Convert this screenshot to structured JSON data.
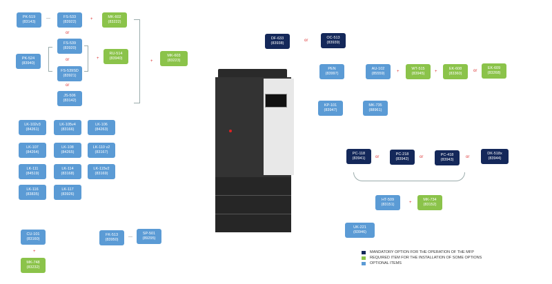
{
  "boxes": {
    "pk519": {
      "name": "PK-519",
      "code": "(83143)"
    },
    "fs533": {
      "name": "FS-533",
      "code": "(83922)"
    },
    "mk602": {
      "name": "MK-602",
      "code": "(83222)"
    },
    "fs539": {
      "name": "FS-539",
      "code": "(83920)"
    },
    "pk524": {
      "name": "PK-524",
      "code": "(83940)"
    },
    "ru514": {
      "name": "RU-514",
      "code": "(83940)"
    },
    "fs539sd": {
      "name": "FS-539SD",
      "code": "(83921)"
    },
    "js506": {
      "name": "JS-506",
      "code": "(83142)"
    },
    "mk603": {
      "name": "MK-603",
      "code": "(83223)"
    },
    "lk102": {
      "name": "LK-102v3",
      "code": "(84261)"
    },
    "lk105": {
      "name": "LK-105v4",
      "code": "(83166)"
    },
    "lk106": {
      "name": "LK-106",
      "code": "(84263)"
    },
    "lk107": {
      "name": "LK-107",
      "code": "(84264)"
    },
    "lk108": {
      "name": "LK-108",
      "code": "(84265)"
    },
    "lk110": {
      "name": "LK-110 v2",
      "code": "(83167)"
    },
    "lk111": {
      "name": "LK-111",
      "code": "(84519)"
    },
    "lk114": {
      "name": "LK-114",
      "code": "(83168)"
    },
    "lk115": {
      "name": "LK-115v2",
      "code": "(83169)"
    },
    "lk116": {
      "name": "LK-116",
      "code": "(83835)"
    },
    "lk117": {
      "name": "LK-117",
      "code": "(83926)"
    },
    "cu101": {
      "name": "CU-101",
      "code": "(83160)"
    },
    "mk748": {
      "name": "MK-748",
      "code": "(83232)"
    },
    "fk513": {
      "name": "FK-513",
      "code": "(83950)"
    },
    "sp501": {
      "name": "SP-501",
      "code": "(89295)"
    },
    "df633": {
      "name": "DF-633",
      "code": "(83938)"
    },
    "oc513": {
      "name": "OC-513",
      "code": "(83939)"
    },
    "pen": {
      "name": "PEN",
      "code": "(83997)"
    },
    "au102": {
      "name": "AU-102",
      "code": "(85559)"
    },
    "wt515": {
      "name": "WT-515",
      "code": "(83945)"
    },
    "ek608": {
      "name": "EK-608",
      "code": "(83360)"
    },
    "ek609": {
      "name": "EK-609",
      "code": "(83268)"
    },
    "kp101": {
      "name": "KP-101",
      "code": "(83947)"
    },
    "mk735": {
      "name": "MK-735",
      "code": "(88961)"
    },
    "pc118": {
      "name": "PC-118",
      "code": "(83941)"
    },
    "pc218": {
      "name": "PC-218",
      "code": "(83942)"
    },
    "pc418": {
      "name": "PC-418",
      "code": "(83943)"
    },
    "dk518": {
      "name": "DK-518x",
      "code": "(83944)"
    },
    "ht509": {
      "name": "HT-509",
      "code": "(83151)"
    },
    "mk734": {
      "name": "MK-734",
      "code": "(83152)"
    },
    "uk221": {
      "name": "UK-221",
      "code": "(83946)"
    }
  },
  "connectors": {
    "or": "or",
    "plus": "+",
    "dash": "—"
  },
  "legend": {
    "mandatory": "MANDATORY OPTION  FOR THE OPERATION OF THE MFP",
    "required": "REQUIRED ITEM  FOR THE INSTALLATION OF SOME OPTIONS",
    "optional": "OPTIONAL ITEMS"
  },
  "colors": {
    "mandatory": "#14285a",
    "required": "#8bc34a",
    "optional": "#5b9bd5"
  }
}
